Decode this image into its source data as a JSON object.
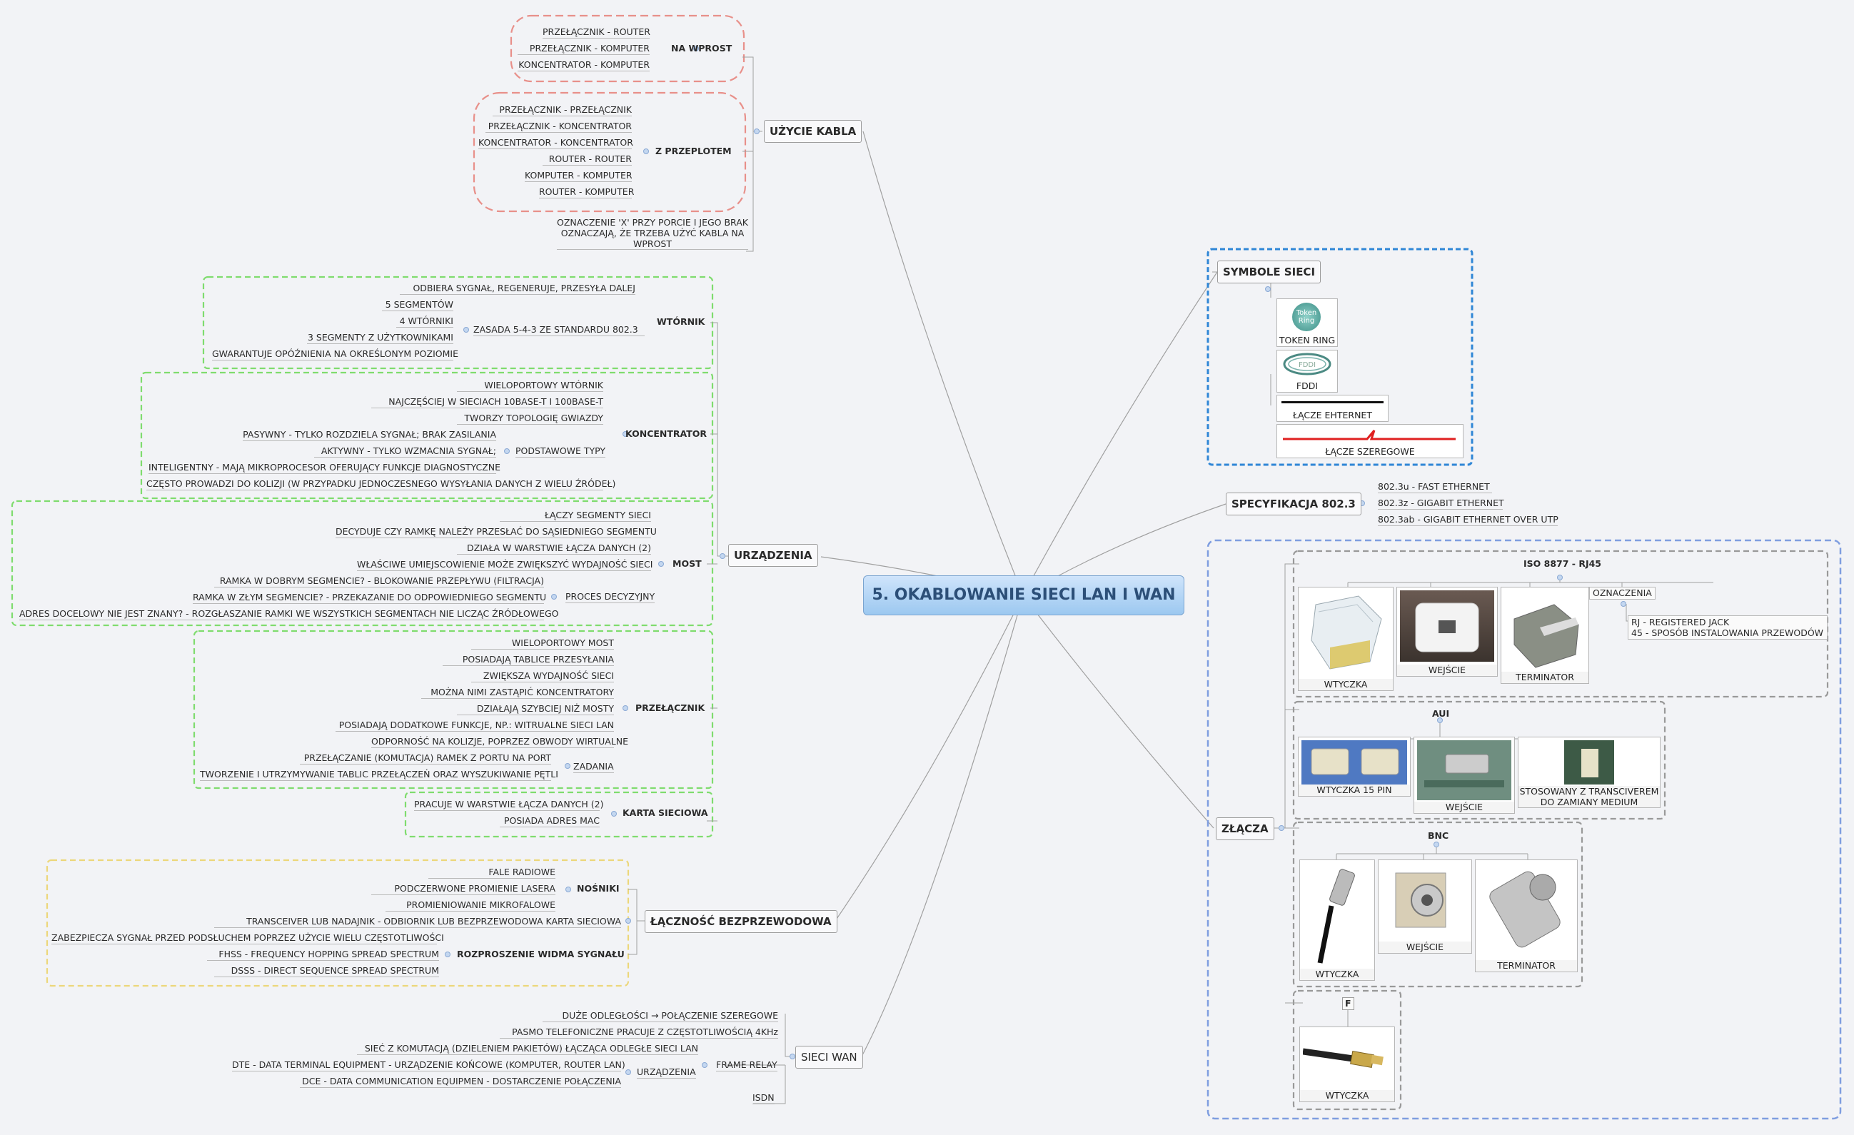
{
  "root": "5. OKABLOWANIE SIECI LAN I WAN",
  "uzycie": {
    "title": "UŻYCIE KABLA",
    "na_wprost": {
      "label": "NA WPROST",
      "items": [
        "PRZEŁĄCZNIK - ROUTER",
        "PRZEŁĄCZNIK - KOMPUTER",
        "KONCENTRATOR - KOMPUTER"
      ]
    },
    "z_przeplotem": {
      "label": "Z PRZEPLOTEM",
      "items": [
        "PRZEŁĄCZNIK - PRZEŁĄCZNIK",
        "PRZEŁĄCZNIK - KONCENTRATOR",
        "KONCENTRATOR - KONCENTRATOR",
        "ROUTER - ROUTER",
        "KOMPUTER - KOMPUTER",
        "ROUTER - KOMPUTER"
      ]
    },
    "note": "OZNACZENIE 'X' PRZY PORCIE I JEGO BRAK OZNACZAJĄ, ŻE TRZEBA UŻYĆ KABLA NA WPROST"
  },
  "urzadzenia": {
    "title": "URZĄDZENIA",
    "wtornik": {
      "label": "WTÓRNIK",
      "first": "ODBIERA SYGNAŁ, REGENERUJE, PRZESYŁA DALEJ",
      "zasada": "ZASADA 5-4-3 ZE STANDARDU 802.3",
      "zasada_items": [
        "5 SEGMENTÓW",
        "4 WTÓRNIKI",
        "3 SEGMENTY Z UŻYTKOWNIKAMI",
        "GWARANTUJE OPÓŹNIENIA NA OKREŚLONYM POZIOMIE"
      ]
    },
    "koncentrator": {
      "label": "KONCENTRATOR",
      "items": [
        "WIELOPORTOWY WTÓRNIK",
        "NAJCZĘŚCIEJ W  SIECIACH 10BASE-T I 100BASE-T",
        "TWORZY TOPOLOGIĘ GWIAZDY"
      ],
      "typy_label": "PODSTAWOWE TYPY",
      "typy": [
        "PASYWNY - TYLKO ROZDZIELA SYGNAŁ; BRAK ZASILANIA",
        "AKTYWNY - TYLKO WZMACNIA SYGNAŁ;",
        "INTELIGENTNY - MAJĄ MIKROPROCESOR OFERUJĄCY FUNKCJE DIAGNOSTYCZNE"
      ],
      "last": "CZĘSTO PROWADZI DO KOLIZJI (W PRZYPADKU JEDNOCZESNEGO WYSYŁANIA DANYCH Z WIELU ŹRÓDEŁ)"
    },
    "most": {
      "label": "MOST",
      "items": [
        "ŁĄCZY SEGMENTY SIECI",
        "DECYDUJE CZY RAMKĘ NALEŻY PRZESŁAĆ DO SĄSIEDNIEGO SEGMENTU",
        "DZIAŁA W WARSTWIE ŁĄCZA DANYCH (2)",
        "WŁAŚCIWE UMIEJSCOWIENIE MOŻE ZWIĘKSZYĆ WYDAJNOŚĆ SIECI"
      ],
      "proces_label": "PROCES DECYZYJNY",
      "proces": [
        "RAMKA W DOBRYM SEGMENCIE? - BLOKOWANIE PRZEPŁYWU (FILTRACJA)",
        "RAMKA W ZŁYM SEGMENCIE? - PRZEKAZANIE DO ODPOWIEDNIEGO SEGMENTU",
        "ADRES DOCELOWY NIE JEST ZNANY? - ROZGŁASZANIE RAMKI WE WSZYSTKICH SEGMENTACH NIE LICZĄC ŹRÓDŁOWEGO"
      ]
    },
    "przelacznik": {
      "label": "PRZEŁĄCZNIK",
      "items": [
        "WIELOPORTOWY MOST",
        "POSIADAJĄ TABLICE PRZESYŁANIA",
        "ZWIĘKSZA WYDAJNOŚĆ SIECI",
        "MOŻNA NIMI ZASTĄPIĆ KONCENTRATORY",
        "DZIAŁAJĄ SZYBCIEJ NIŻ MOSTY",
        "POSIADAJĄ DODATKOWE FUNKCJE, NP.: WITRUALNE SIECI LAN",
        "ODPORNOŚĆ NA KOLIZJE, POPRZEZ OBWODY WIRTUALNE"
      ],
      "zadania_label": "ZADANIA",
      "zadania": [
        "PRZEŁĄCZANIE (KOMUTACJA) RAMEK Z PORTU NA PORT",
        "TWORZENIE I UTRZYMYWANIE TABLIC PRZEŁĄCZEŃ ORAZ WYSZUKIWANIE PĘTLI"
      ]
    },
    "karta": {
      "label": "KARTA SIECIOWA",
      "items": [
        "PRACUJE W WARSTWIE ŁĄCZA DANYCH (2)",
        "POSIADA ADRES MAC"
      ]
    }
  },
  "bezprzewodowa": {
    "title": "ŁĄCZNOŚĆ BEZPRZEWODOWA",
    "nosniki_label": "NOŚNIKI",
    "nosniki": [
      "FALE RADIOWE",
      "PODCZERWONE PROMIENIE LASERA",
      "PROMIENIOWANIE MIKROFALOWE"
    ],
    "items": [
      "TRANSCEIVER LUB NADAJNIK - ODBIORNIK LUB BEZPRZEWODOWA KARTA SIECIOWA",
      "ZABEZPIECZA SYGNAŁ PRZED PODSŁUCHEM POPRZEZ UŻYCIE WIELU CZĘSTOTLIWOŚCI"
    ],
    "widmo_label": "ROZPROSZENIE WIDMA SYGNAŁU",
    "widmo": [
      "FHSS - FREQUENCY HOPPING SPREAD SPECTRUM",
      "DSSS - DIRECT SEQUENCE SPREAD SPECTRUM"
    ]
  },
  "wan": {
    "title": "SIECI WAN",
    "items": [
      "DUŻE ODLEGŁOŚCI → POŁĄCZENIE SZEREGOWE",
      "PASMO TELEFONICZNE PRACUJE Z CZĘSTOTLIWOŚCIĄ 4KHz"
    ],
    "frame_relay": "FRAME RELAY",
    "fr_first": "SIEĆ Z KOMUTACJĄ (DZIELENIEM PAKIETÓW) ŁĄCZĄCA ODLEGŁE SIECI LAN",
    "urz_label": "URZĄDZENIA",
    "urz": [
      "DTE - DATA TERMINAL EQUIPMENT - URZĄDZENIE KOŃCOWE (KOMPUTER, ROUTER LAN)",
      "DCE - DATA COMMUNICATION EQUIPMEN - DOSTARCZENIE POŁĄCZENIA"
    ],
    "isdn": "ISDN"
  },
  "symbole": {
    "title": "SYMBOLE SIECI",
    "token_ring": "TOKEN RING",
    "token_icon": "Token Ring",
    "fddi": "FDDI",
    "ethernet": "ŁĄCZE EHTERNET",
    "szeregowe": "ŁĄCZE SZEREGOWE"
  },
  "spec": {
    "title": "SPECYFIKACJA 802.3",
    "items": [
      "802.3u - FAST ETHERNET",
      "802.3z - GIGABIT ETHERNET",
      "802.3ab - GIGABIT ETHERNET OVER UTP"
    ]
  },
  "zlacza": {
    "title": "ZŁĄCZA",
    "rj45": {
      "label": "ISO 8877 - RJ45",
      "wtyczka": "WTYCZKA",
      "wejscie": "WEJŚCIE",
      "terminator": "TERMINATOR",
      "ozn_label": "OZNACZENIA",
      "ozn": [
        "RJ - REGISTERED JACK",
        "45 - SPOSÓB INSTALOWANIA PRZEWODÓW"
      ]
    },
    "aui": {
      "label": "AUI",
      "wtyczka": "WTYCZKA 15 PIN",
      "wejscie": "WEJŚCIE",
      "stosowany": "STOSOWANY Z TRANSCIVEREM DO ZAMIANY MEDIUM"
    },
    "bnc": {
      "label": "BNC",
      "wtyczka": "WTYCZKA",
      "wejscie": "WEJŚCIE",
      "terminator": "TERMINATOR"
    },
    "f": {
      "label": "F",
      "wtyczka": "WTYCZKA"
    }
  },
  "colors": {
    "red_cloud": "#e8908a",
    "green_box": "#7fdc6e",
    "yellow_box": "#ecd77a",
    "blue_box": "#2f86d6",
    "blue_dashed": "#7f9ee0",
    "gray_box": "#999999"
  }
}
